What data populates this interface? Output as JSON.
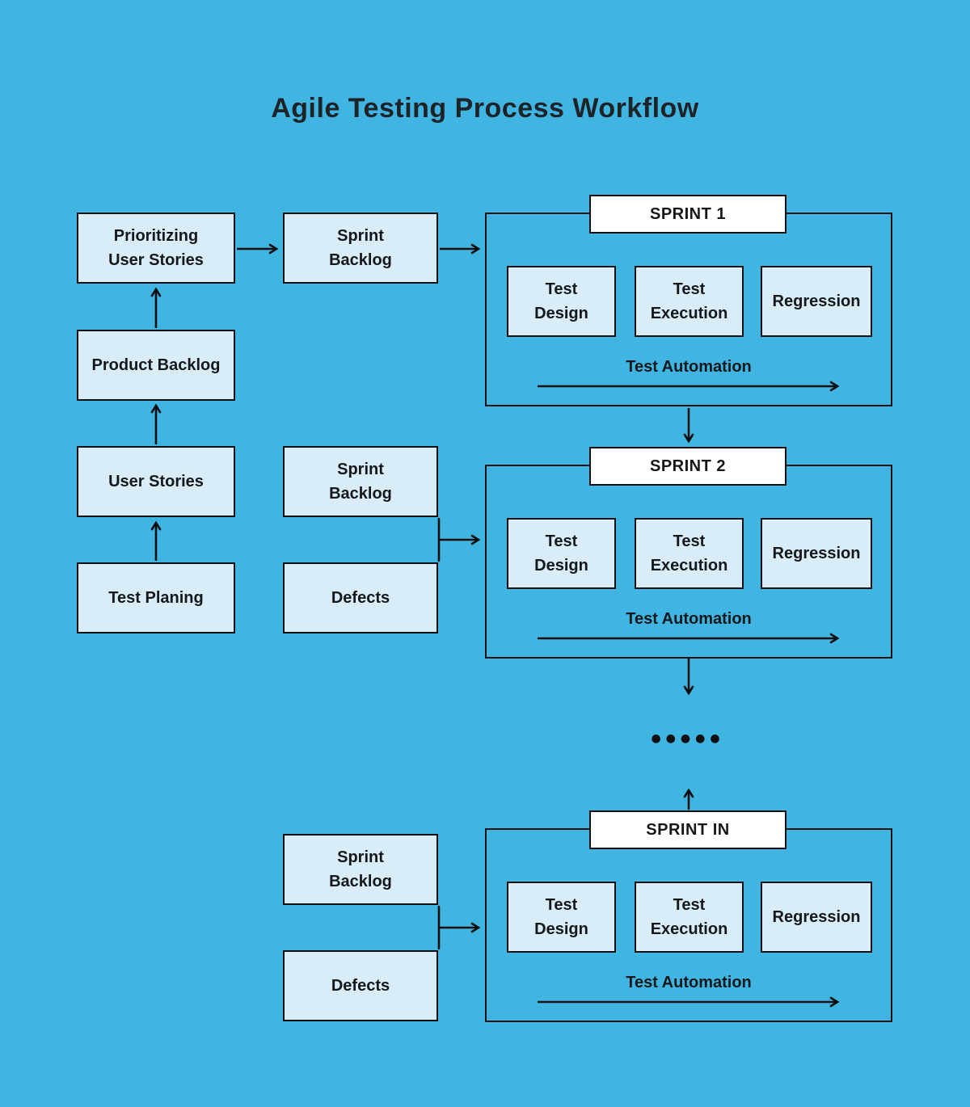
{
  "title": "Agile Testing Process Workflow",
  "colors": {
    "background": "#40B5E2",
    "box_fill": "#D9EDF8",
    "sprint_title_fill": "#FFFFFF",
    "border": "#0D0F10",
    "text": "#15181B"
  },
  "left_column": {
    "prioritizing": "Prioritizing\nUser Stories",
    "product_backlog": "Product Backlog",
    "user_stories": "User Stories",
    "test_planing": "Test Planing"
  },
  "middle_column": {
    "sprint_backlog": "Sprint\nBacklog",
    "defects": "Defects"
  },
  "sprint_common": {
    "test_design": "Test\nDesign",
    "test_execution": "Test\nExecution",
    "regression": "Regression",
    "test_automation": "Test Automation"
  },
  "sprints": [
    {
      "title": "SPRINT 1"
    },
    {
      "title": "SPRINT 2"
    },
    {
      "title": "SPRINT IN"
    }
  ],
  "ellipsis": "●●●●●"
}
